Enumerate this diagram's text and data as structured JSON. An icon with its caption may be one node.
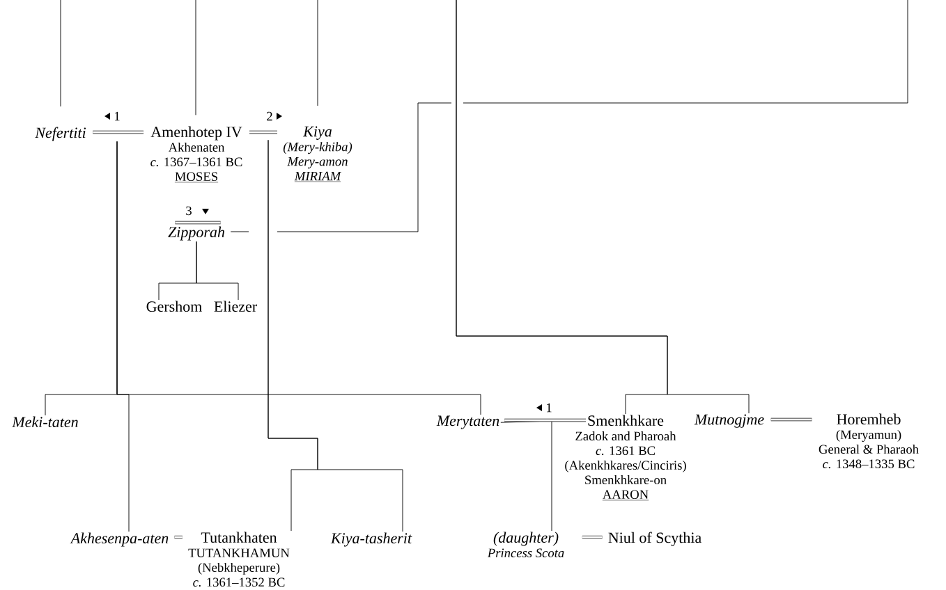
{
  "diagram": {
    "nodes": [
      {
        "text": [
          "Nefertiti"
        ]
      },
      {
        "text": [
          "Amenhotep IV",
          "Akhenaten",
          "*c.* 1367–1361 BC",
          "MOSES"
        ]
      },
      {
        "text": [
          "Kiya",
          "(Mery-khiba)",
          "Mery-amon",
          "MIRIAM"
        ]
      },
      {
        "text": [
          "Zipporah"
        ]
      },
      {
        "text": [
          "Gershom"
        ]
      },
      {
        "text": [
          "Eliezer"
        ]
      },
      {
        "text": [
          "Meki-taten"
        ]
      },
      {
        "text": [
          "Merytaten"
        ]
      },
      {
        "text": [
          "Smenkhkare",
          "Zadok and Pharoah",
          "*c.* 1361 BC",
          "(Akenkhkares/Cinciris)",
          "Smenkhkare-on",
          "AARON"
        ]
      },
      {
        "text": [
          "Mutnogjme"
        ]
      },
      {
        "text": [
          "Horemheb",
          "(Meryamun)",
          "General & Pharaoh",
          "*c.* 1348–1335 BC"
        ]
      },
      {
        "text": [
          "Akhesenpa-aten"
        ]
      },
      {
        "text": [
          "Tutankhaten",
          "TUTANKHAMUN",
          "(Nebkheperure)",
          "*c.* 1361–1352 BC"
        ]
      },
      {
        "text": [
          "Kiya-tasherit"
        ]
      },
      {
        "text": [
          "(daughter)",
          "Princess Scota"
        ]
      },
      {
        "text": [
          "Niul of Scythia"
        ]
      }
    ],
    "edges": [
      {
        "from": 0,
        "to": 1,
        "arrow": "none",
        "label": "1",
        "style": "thick"
      },
      {
        "from": 1,
        "to": 2,
        "arrow": "none",
        "label": "2",
        "style": "thick"
      },
      {
        "from": null,
        "to": 3,
        "arrow": "none",
        "label": "3",
        "style": "thick"
      },
      {
        "from": 3,
        "to": 4,
        "arrow": "none"
      },
      {
        "from": 3,
        "to": 5,
        "arrow": "none"
      },
      {
        "from": 0,
        "to": 6,
        "arrow": "none"
      },
      {
        "from": 0,
        "to": 11,
        "arrow": "none"
      },
      {
        "from": 0,
        "to": 7,
        "arrow": "none"
      },
      {
        "from": 2,
        "to": 12,
        "arrow": "none"
      },
      {
        "from": 2,
        "to": 13,
        "arrow": "none"
      },
      {
        "from": null,
        "to": 8,
        "arrow": "none"
      },
      {
        "from": null,
        "to": 9,
        "arrow": "none"
      },
      {
        "from": 7,
        "to": 8,
        "arrow": "none",
        "label": "1",
        "style": "thick"
      },
      {
        "from": 9,
        "to": 10,
        "arrow": "none",
        "style": "thick"
      },
      {
        "from": 11,
        "to": 12,
        "arrow": "none",
        "style": "thick"
      },
      {
        "from": 7,
        "to": 14,
        "arrow": "none"
      },
      {
        "from": 14,
        "to": 15,
        "arrow": "none",
        "style": "thick"
      },
      {
        "from": null,
        "to": 0,
        "arrow": "none"
      },
      {
        "from": null,
        "to": 1,
        "arrow": "none"
      },
      {
        "from": null,
        "to": 2,
        "arrow": "none"
      },
      {
        "from": null,
        "to": 3,
        "arrow": "none"
      }
    ]
  }
}
